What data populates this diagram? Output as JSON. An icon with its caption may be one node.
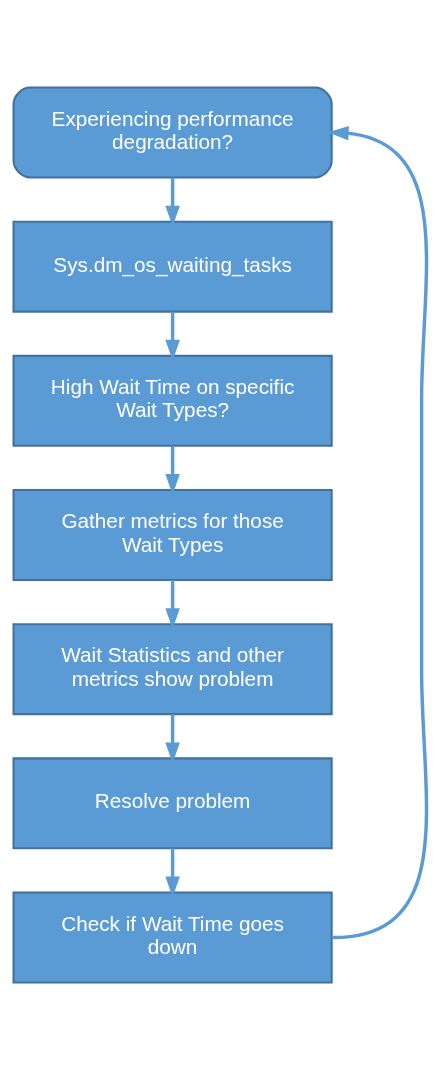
{
  "diagram": {
    "nodes": [
      {
        "text": [
          "Experiencing performance degradation?"
        ]
      },
      {
        "text": [
          "Sys.dm_os_waiting_tasks"
        ]
      },
      {
        "text": [
          "High Wait Time on specific Wait Types?"
        ]
      },
      {
        "text": [
          "Gather metrics for those Wait Types"
        ]
      },
      {
        "text": [
          "Wait Statistics and other metrics show problem"
        ]
      },
      {
        "text": [
          "Resolve problem"
        ]
      },
      {
        "text": [
          "Check if Wait Time goes down"
        ]
      }
    ],
    "edges": [
      {
        "from": 0,
        "to": 1,
        "arrow": "to"
      },
      {
        "from": 1,
        "to": 2,
        "arrow": "to"
      },
      {
        "from": 2,
        "to": 3,
        "arrow": "to"
      },
      {
        "from": 3,
        "to": 4,
        "arrow": "to"
      },
      {
        "from": 4,
        "to": 5,
        "arrow": "to"
      },
      {
        "from": 5,
        "to": 6,
        "arrow": "to"
      },
      {
        "from": 6,
        "to": 0,
        "arrow": "to"
      }
    ]
  }
}
